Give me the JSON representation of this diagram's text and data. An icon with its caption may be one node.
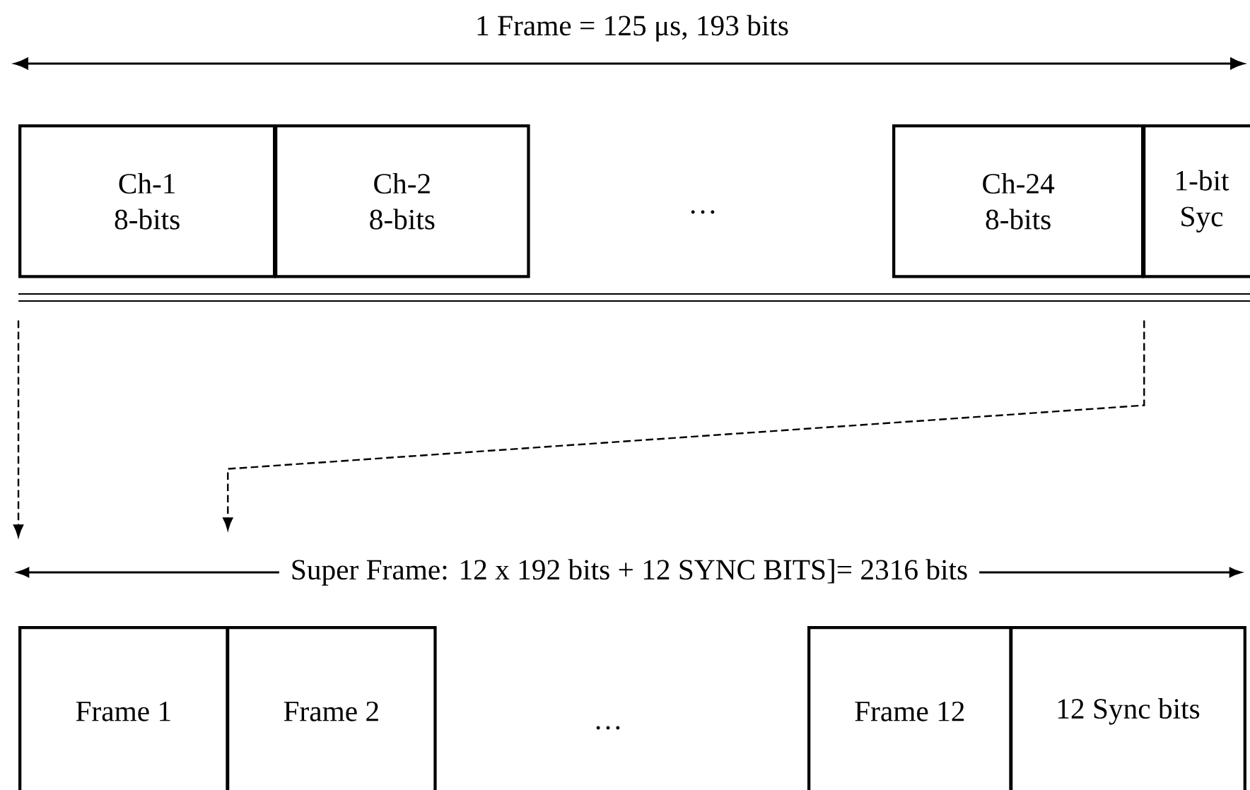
{
  "diagram": {
    "nodes": [
      {
        "text": [
          "Ch-1",
          "8-bits"
        ]
      },
      {
        "text": [
          "Ch-2",
          "8-bits"
        ]
      },
      {
        "text": [
          "Ch-24",
          "8-bits"
        ]
      },
      {
        "text": [
          "1-bit",
          "Syc"
        ]
      },
      {
        "text": [
          "Frame 1"
        ]
      },
      {
        "text": [
          "Frame 2"
        ]
      },
      {
        "text": [
          "Frame 12"
        ]
      },
      {
        "text": [
          "12 Sync bits"
        ]
      }
    ],
    "edges": [
      {
        "from": 0,
        "to": null,
        "arrow": "to",
        "style": "dashed"
      },
      {
        "from": 2,
        "to": null,
        "arrow": "to",
        "style": "dashed"
      }
    ],
    "labels": [
      "1 Frame = 125 μs, 193 bits",
      "…",
      "Super Frame: 12 x 192 bits + 12 SYNC BITS]= 2316 bits",
      "…"
    ]
  }
}
